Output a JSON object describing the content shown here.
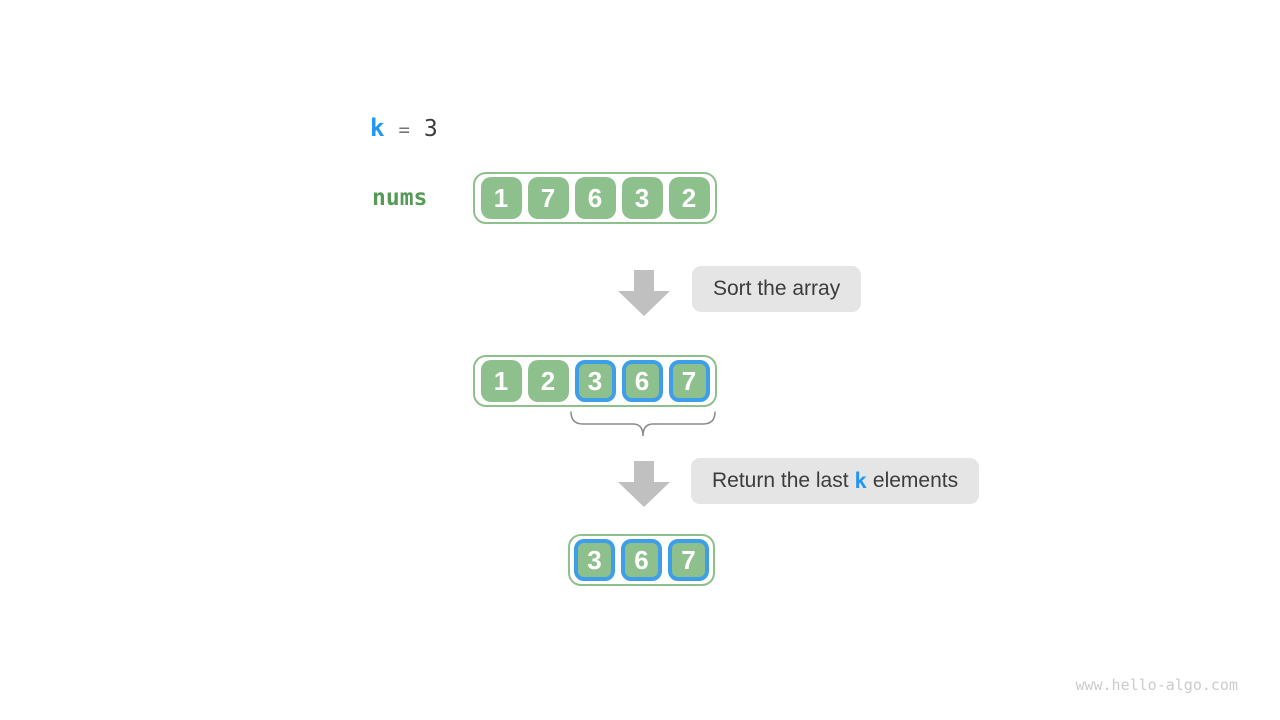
{
  "colors": {
    "green_cell": "#8dc08d",
    "green_text": "#579957",
    "blue_border": "#3e9ee8",
    "blue_text": "#2196f3",
    "arrow_gray": "#c0c0c0",
    "box_bg": "#e5e5e5",
    "box_text": "#3c3c3c",
    "brace_gray": "#8a8a8a",
    "watermark_gray": "#cbcbcb"
  },
  "equation": {
    "variable": "k",
    "operator": "=",
    "value": "3"
  },
  "array_label": "nums",
  "arrays": {
    "initial": {
      "values": [
        1,
        7,
        6,
        3,
        2
      ],
      "highlighted": []
    },
    "sorted": {
      "values": [
        1,
        2,
        3,
        6,
        7
      ],
      "highlighted": [
        2,
        3,
        4
      ]
    },
    "result": {
      "values": [
        3,
        6,
        7
      ],
      "highlighted": [
        0,
        1,
        2
      ]
    }
  },
  "annotations": {
    "step1": "Sort the array",
    "step2_prefix": "Return the last ",
    "step2_k": "k",
    "step2_suffix": " elements"
  },
  "watermark": "www.hello-algo.com"
}
